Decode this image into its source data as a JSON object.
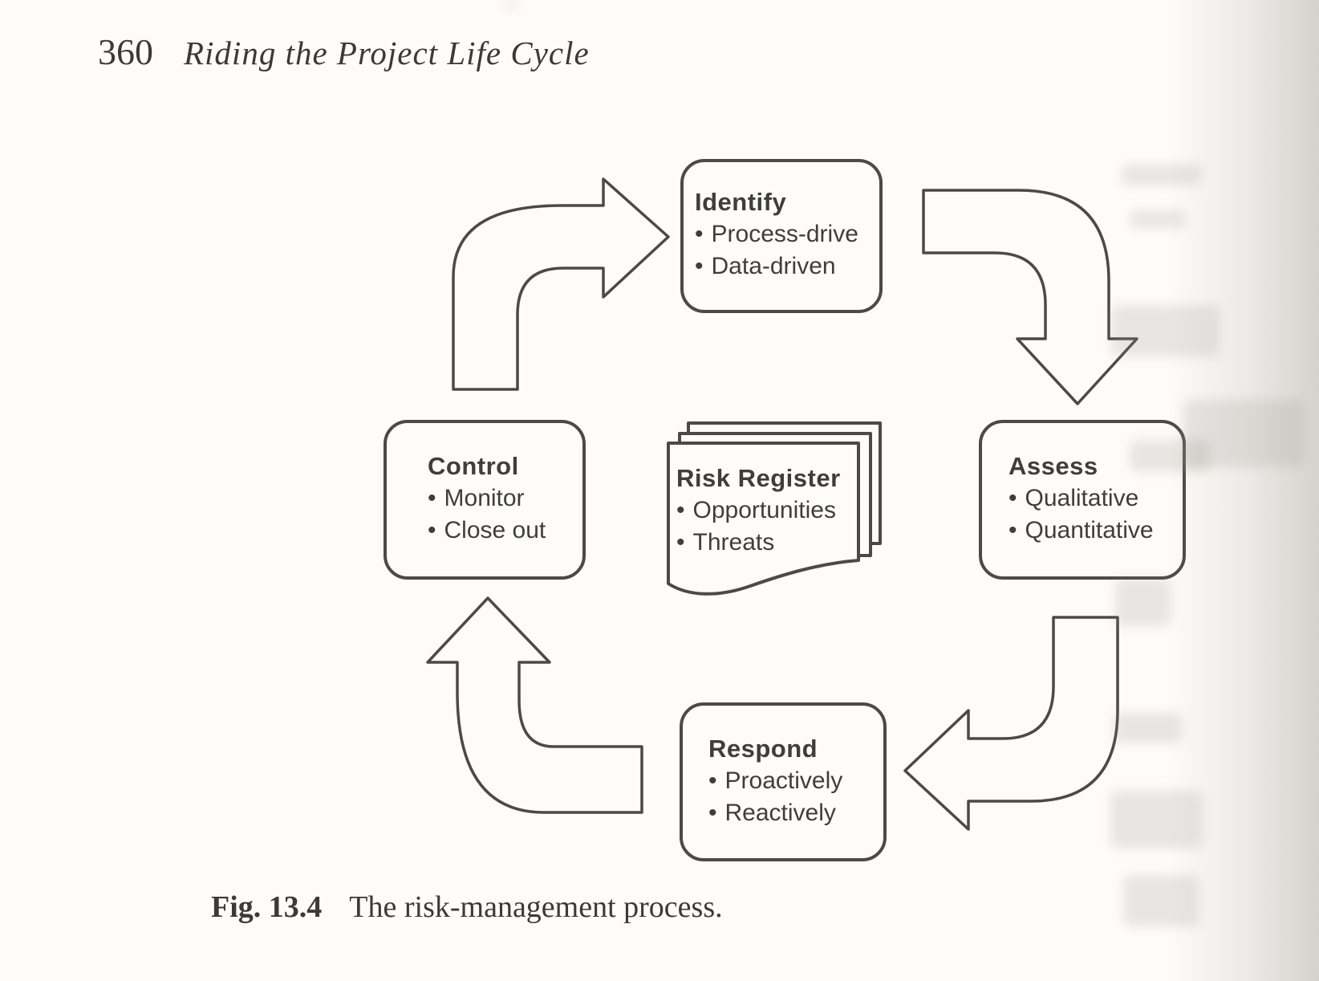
{
  "page": {
    "number": "360",
    "running_title": "Riding the Project Life Cycle"
  },
  "diagram": {
    "bullet_char": "•",
    "nodes": [
      {
        "id": "identify",
        "title": "Identify",
        "bullets": [
          "Process-drive",
          "Data-driven"
        ]
      },
      {
        "id": "assess",
        "title": "Assess",
        "bullets": [
          "Qualitative",
          "Quantitative"
        ]
      },
      {
        "id": "respond",
        "title": "Respond",
        "bullets": [
          "Proactively",
          "Reactively"
        ]
      },
      {
        "id": "control",
        "title": "Control",
        "bullets": [
          "Monitor",
          "Close out"
        ]
      }
    ],
    "center_document": {
      "title": "Risk Register",
      "bullets": [
        "Opportunities",
        "Threats"
      ]
    },
    "arrows": [
      {
        "from": "control",
        "to": "identify",
        "direction": "up-then-right"
      },
      {
        "from": "identify",
        "to": "assess",
        "direction": "right-then-down"
      },
      {
        "from": "assess",
        "to": "respond",
        "direction": "down-then-left"
      },
      {
        "from": "respond",
        "to": "control",
        "direction": "left-then-up"
      }
    ]
  },
  "figure": {
    "caption_label": "Fig. 13.4",
    "caption_text": "The risk-management process."
  },
  "colors": {
    "paper": "#fdfcfa",
    "ink": "#3e3e3c",
    "line": "#4b4a47"
  }
}
